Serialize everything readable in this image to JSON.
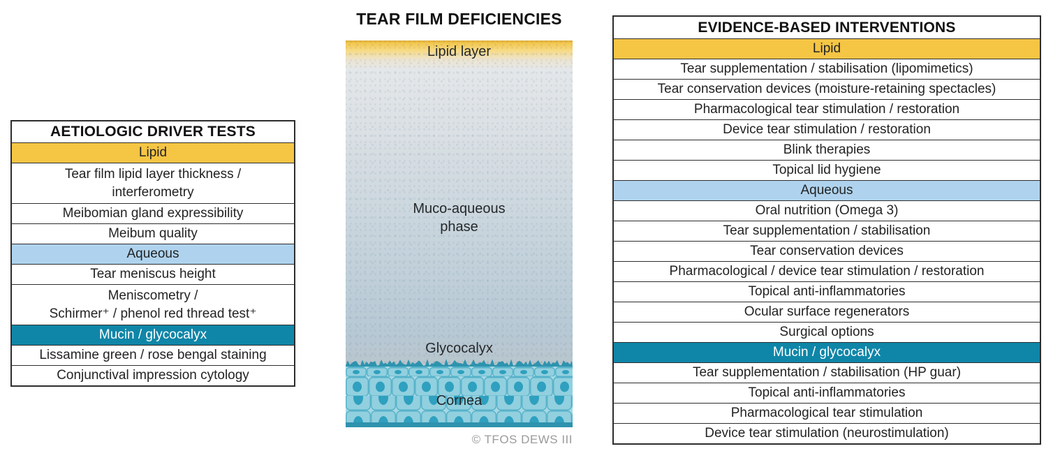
{
  "colors": {
    "lipid_yellow": "#f5c544",
    "aqueous_blue": "#afd3ee",
    "mucin_teal": "#0f86a8",
    "cornea_cell": "#92d0df",
    "cornea_nucleus": "#2fa0bf",
    "cornea_border": "#56b2c9",
    "fringe_teal": "#2e93ae"
  },
  "left_table": {
    "title": "AETIOLOGIC DRIVER TESTS",
    "rows": [
      {
        "type": "section-lipid",
        "label": "Lipid"
      },
      {
        "type": "item",
        "lines": 2,
        "label": "Tear film lipid layer thickness /\ninterferometry"
      },
      {
        "type": "item",
        "label": "Meibomian gland expressibility"
      },
      {
        "type": "item",
        "label": "Meibum quality"
      },
      {
        "type": "section-aqueous",
        "label": "Aqueous"
      },
      {
        "type": "item",
        "label": "Tear meniscus height"
      },
      {
        "type": "item",
        "lines": 2,
        "label": "Meniscometry /\nSchirmer⁺ / phenol red thread test⁺"
      },
      {
        "type": "section-mucin",
        "label": "Mucin / glycocalyx"
      },
      {
        "type": "item",
        "label": "Lissamine green / rose bengal staining"
      },
      {
        "type": "item",
        "label": "Conjunctival impression cytology"
      }
    ]
  },
  "diagram": {
    "title": "TEAR FILM DEFICIENCIES",
    "labels": {
      "lipid": "Lipid layer",
      "muco": "Muco-aqueous\nphase",
      "glycocalyx": "Glycocalyx",
      "cornea": "Cornea"
    },
    "credit": "© TFOS DEWS III"
  },
  "right_table": {
    "title": "EVIDENCE-BASED INTERVENTIONS",
    "rows": [
      {
        "type": "section-lipid",
        "label": "Lipid"
      },
      {
        "type": "item",
        "label": "Tear supplementation / stabilisation (lipomimetics)"
      },
      {
        "type": "item",
        "label": "Tear conservation devices (moisture-retaining spectacles)"
      },
      {
        "type": "item",
        "label": "Pharmacological tear stimulation / restoration"
      },
      {
        "type": "item",
        "label": "Device tear stimulation / restoration"
      },
      {
        "type": "item",
        "label": "Blink therapies"
      },
      {
        "type": "item",
        "label": "Topical lid hygiene"
      },
      {
        "type": "section-aqueous",
        "label": "Aqueous"
      },
      {
        "type": "item",
        "label": "Oral nutrition (Omega 3)"
      },
      {
        "type": "item",
        "label": "Tear supplementation / stabilisation"
      },
      {
        "type": "item",
        "label": "Tear conservation devices"
      },
      {
        "type": "item",
        "label": "Pharmacological / device tear stimulation / restoration"
      },
      {
        "type": "item",
        "label": "Topical anti-inflammatories"
      },
      {
        "type": "item",
        "label": "Ocular surface regenerators"
      },
      {
        "type": "item",
        "label": "Surgical options"
      },
      {
        "type": "section-mucin",
        "label": "Mucin / glycocalyx"
      },
      {
        "type": "item",
        "label": "Tear supplementation / stabilisation (HP guar)"
      },
      {
        "type": "item",
        "label": "Topical anti-inflammatories"
      },
      {
        "type": "item",
        "label": "Pharmacological tear stimulation"
      },
      {
        "type": "item",
        "label": "Device tear stimulation (neurostimulation)"
      }
    ]
  }
}
